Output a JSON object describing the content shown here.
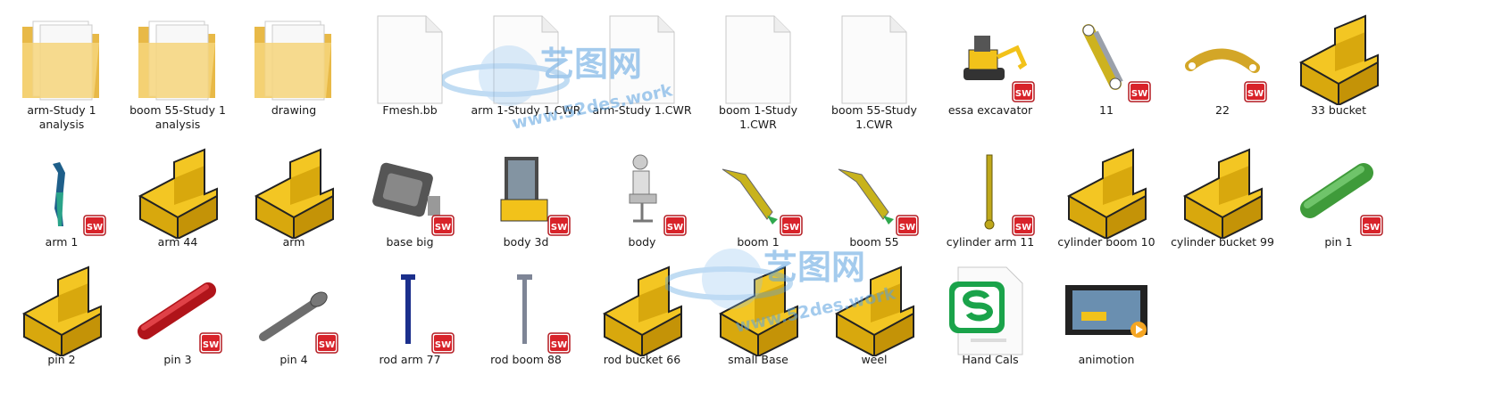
{
  "window": {
    "view": "large-icons"
  },
  "items": [
    {
      "label": "arm-Study 1 analysis",
      "icon": "folder-icon"
    },
    {
      "label": "boom 55-Study 1 analysis",
      "icon": "folder-icon"
    },
    {
      "label": "drawing",
      "icon": "folder-icon"
    },
    {
      "label": "Fmesh.bb",
      "icon": "blank-file-icon"
    },
    {
      "label": "arm 1-Study 1.CWR",
      "icon": "blank-file-icon"
    },
    {
      "label": "arm-Study 1.CWR",
      "icon": "blank-file-icon"
    },
    {
      "label": "boom 1-Study 1.CWR",
      "icon": "blank-file-icon"
    },
    {
      "label": "boom 55-Study 1.CWR",
      "icon": "blank-file-icon"
    },
    {
      "label": "essa excavator",
      "icon": "excavator-assembly-icon"
    },
    {
      "label": "11",
      "icon": "link-part-icon"
    },
    {
      "label": "22",
      "icon": "curved-link-part-icon"
    },
    {
      "label": "33 bucket",
      "icon": "generic-part-icon"
    },
    {
      "label": "arm 1",
      "icon": "arm-part-icon"
    },
    {
      "label": "arm 44",
      "icon": "generic-part-icon"
    },
    {
      "label": "arm",
      "icon": "generic-part-icon"
    },
    {
      "label": "base big",
      "icon": "base-assembly-icon"
    },
    {
      "label": "body 3d",
      "icon": "cab-part-icon"
    },
    {
      "label": "body",
      "icon": "seat-part-icon"
    },
    {
      "label": "boom 1",
      "icon": "boom-part-icon"
    },
    {
      "label": "boom 55",
      "icon": "boom-part-icon"
    },
    {
      "label": "cylinder arm 11",
      "icon": "cylinder-rod-icon"
    },
    {
      "label": "cylinder boom 10",
      "icon": "generic-part-icon"
    },
    {
      "label": "cylinder bucket 99",
      "icon": "generic-part-icon"
    },
    {
      "label": "pin 1",
      "icon": "green-pin-icon"
    },
    {
      "label": "pin 2",
      "icon": "generic-part-icon"
    },
    {
      "label": "pin 3",
      "icon": "red-pin-icon"
    },
    {
      "label": "pin 4",
      "icon": "gray-bolt-icon"
    },
    {
      "label": "rod arm 77",
      "icon": "blue-rod-icon"
    },
    {
      "label": "rod boom 88",
      "icon": "gray-rod-icon"
    },
    {
      "label": "rod bucket 66",
      "icon": "generic-part-icon"
    },
    {
      "label": "small Base",
      "icon": "generic-part-icon"
    },
    {
      "label": "weel",
      "icon": "generic-part-icon"
    },
    {
      "label": "Hand Cals",
      "icon": "smath-document-icon"
    },
    {
      "label": "animotion",
      "icon": "video-file-icon"
    }
  ],
  "badge": {
    "text": "SW",
    "color": "#d8232a"
  },
  "watermark": {
    "logo_text": "艺图网",
    "url_text": "www.52des.work",
    "color": "#4f9be0"
  }
}
